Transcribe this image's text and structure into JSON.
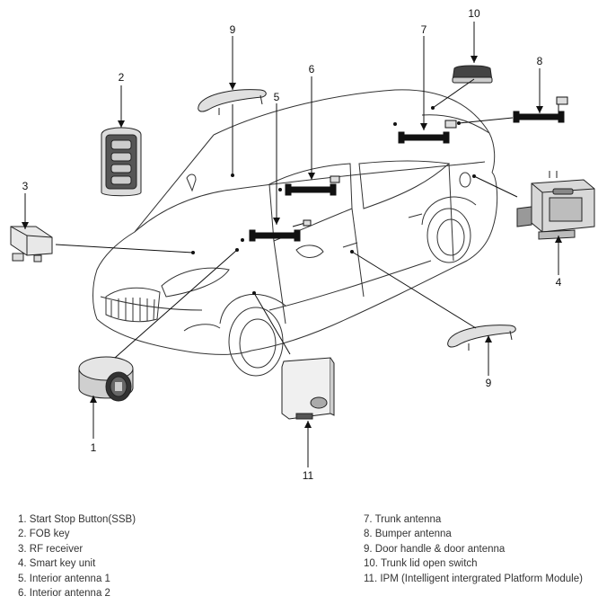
{
  "callouts": {
    "n1": "1",
    "n2": "2",
    "n3": "3",
    "n4": "4",
    "n5": "5",
    "n6": "6",
    "n7": "7",
    "n8": "8",
    "n9a": "9",
    "n9b": "9",
    "n10": "10",
    "n11": "11"
  },
  "legend": {
    "left": [
      "1. Start Stop Button(SSB)",
      "2. FOB key",
      "3. RF receiver",
      "4. Smart key unit",
      "5. Interior antenna 1",
      "6. Interior antenna 2"
    ],
    "right": [
      "7. Trunk antenna",
      "8. Bumper antenna",
      "9. Door handle & door antenna",
      "10. Trunk lid open switch",
      "11. IPM (Intelligent intergrated Platform Module)"
    ]
  }
}
